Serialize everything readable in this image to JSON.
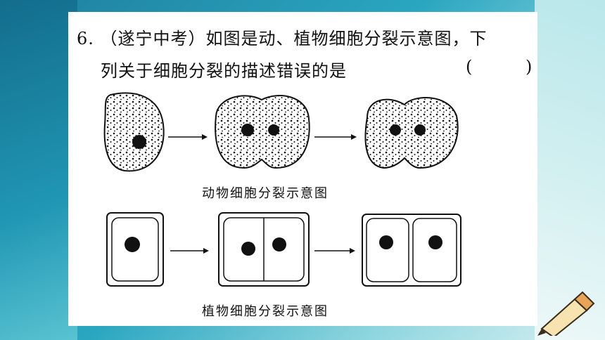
{
  "question": {
    "line1": "6. （遂宁中考）如图是动、植物细胞分裂示意图，下",
    "line2": "列关于细胞分裂的描述错误的是",
    "paren_left": "(",
    "paren_right": ")"
  },
  "captions": {
    "animal": "动物细胞分裂示意图",
    "plant": "植物细胞分裂示意图"
  },
  "icons": {
    "pencil": "pencil-icon",
    "arrow": "arrow-right-icon"
  },
  "colors": {
    "card": "#ffffff",
    "ink": "#111111",
    "background_teal": "#2aa6c0"
  }
}
